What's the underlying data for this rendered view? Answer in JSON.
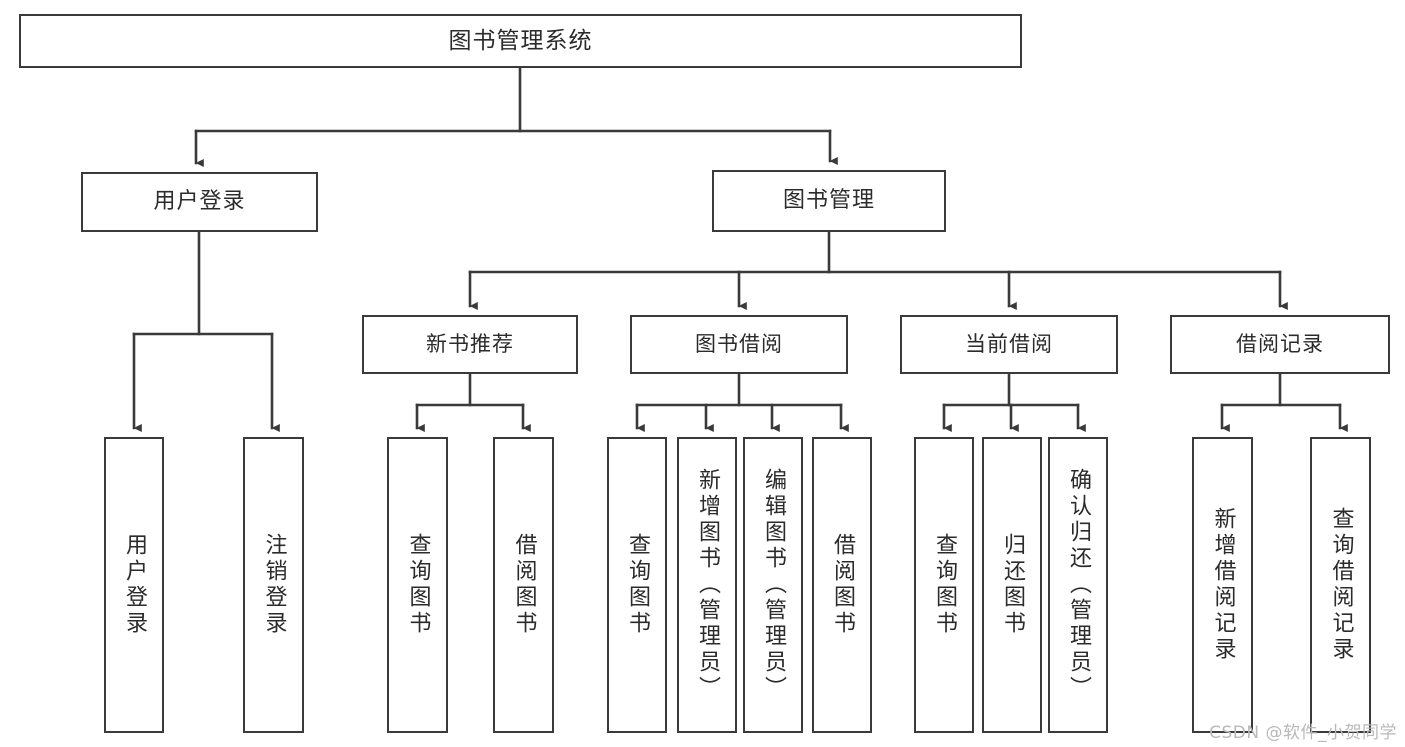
{
  "diagram": {
    "title": "图书管理系统",
    "watermark": "CSDN @软件_小贺同学",
    "line_color": "#3a3a3a",
    "box_fill": "#ffffff",
    "text_color": "#2b2b2b",
    "watermark_color": "#b9b9b9"
  },
  "nodes": {
    "root": {
      "label": "图书管理系统"
    },
    "level2": [
      {
        "label": "用户登录"
      },
      {
        "label": "图书管理"
      }
    ],
    "level3": [
      {
        "label": "新书推荐"
      },
      {
        "label": "图书借阅"
      },
      {
        "label": "当前借阅"
      },
      {
        "label": "借阅记录"
      }
    ],
    "leaves": {
      "user_login": [
        {
          "label": "用户登录"
        },
        {
          "label": "注销登录"
        }
      ],
      "new_book": [
        {
          "label": "查询图书"
        },
        {
          "label": "借阅图书"
        }
      ],
      "book_borrow": [
        {
          "label": "查询图书"
        },
        {
          "label": "新增图书（管理员）"
        },
        {
          "label": "编辑图书（管理员）"
        },
        {
          "label": "借阅图书"
        }
      ],
      "current_borrow": [
        {
          "label": "查询图书"
        },
        {
          "label": "归还图书"
        },
        {
          "label": "确认归还（管理员）"
        }
      ],
      "borrow_record": [
        {
          "label": "新增借阅记录"
        },
        {
          "label": "查询借阅记录"
        }
      ]
    }
  }
}
